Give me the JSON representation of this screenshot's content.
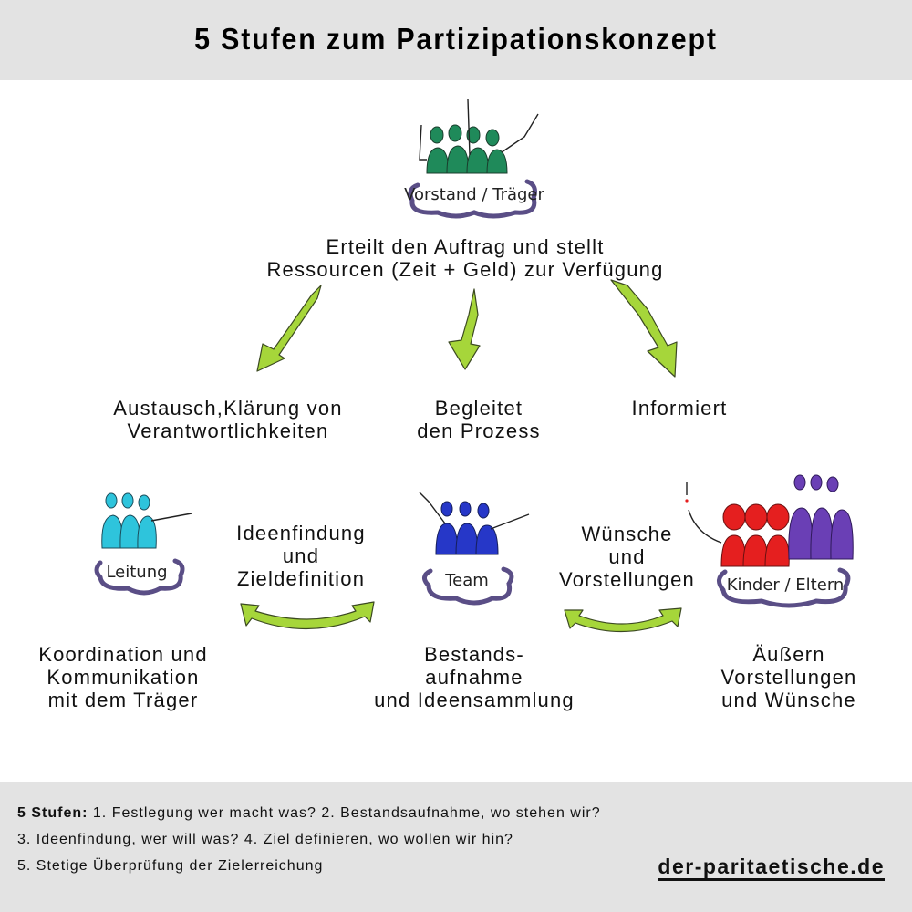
{
  "header": {
    "title": "5 Stufen zum Partizipationskonzept"
  },
  "groups": {
    "board": {
      "label": "Vorstand / Träger",
      "color": "#1f8a5a"
    },
    "lead": {
      "label": "Leitung",
      "color": "#2ec4dc"
    },
    "team": {
      "label": "Team",
      "color": "#2637c8"
    },
    "family": {
      "label": "Kinder / Eltern",
      "color_children": "#e51f1f",
      "color_parents": "#6a3fb5"
    }
  },
  "board_text": {
    "line1": "Erteilt den Auftrag und stellt",
    "line2": "Ressourcen (Zeit + Geld) zur Verfügung"
  },
  "relations": {
    "left": {
      "line1": "Austausch,Klärung von",
      "line2": "Verantwortlichkeiten"
    },
    "center": {
      "line1": "Begleitet",
      "line2": "den Prozess"
    },
    "right": {
      "line1": "Informiert"
    }
  },
  "exchanges": {
    "lead_team": {
      "line1": "Ideenfindung",
      "line2": "und",
      "line3": "Zieldefinition"
    },
    "team_family": {
      "line1": "Wünsche",
      "line2": "und",
      "line3": "Vorstellungen"
    }
  },
  "roles": {
    "lead": {
      "line1": "Koordination und",
      "line2": "Kommunikation",
      "line3": "mit dem Träger"
    },
    "team": {
      "line1": "Bestands-",
      "line2": "aufnahme",
      "line3": "und Ideensammlung"
    },
    "family": {
      "line1": "Äußern",
      "line2": "Vorstellungen",
      "line3": "und Wünsche"
    }
  },
  "footer": {
    "label": "5 Stufen:",
    "line1": "1. Festlegung wer macht was? 2. Bestandsaufnahme, wo stehen wir?",
    "line2": "3. Ideenfindung, wer will was? 4. Ziel definieren, wo wollen wir hin?",
    "line3": "5. Stetige Überprüfung der Zielerreichung",
    "site": "der-paritaetische.de"
  },
  "colors": {
    "arrow": "#a6d63a",
    "cloud": "#5a4e86",
    "band": "#e3e3e3"
  }
}
